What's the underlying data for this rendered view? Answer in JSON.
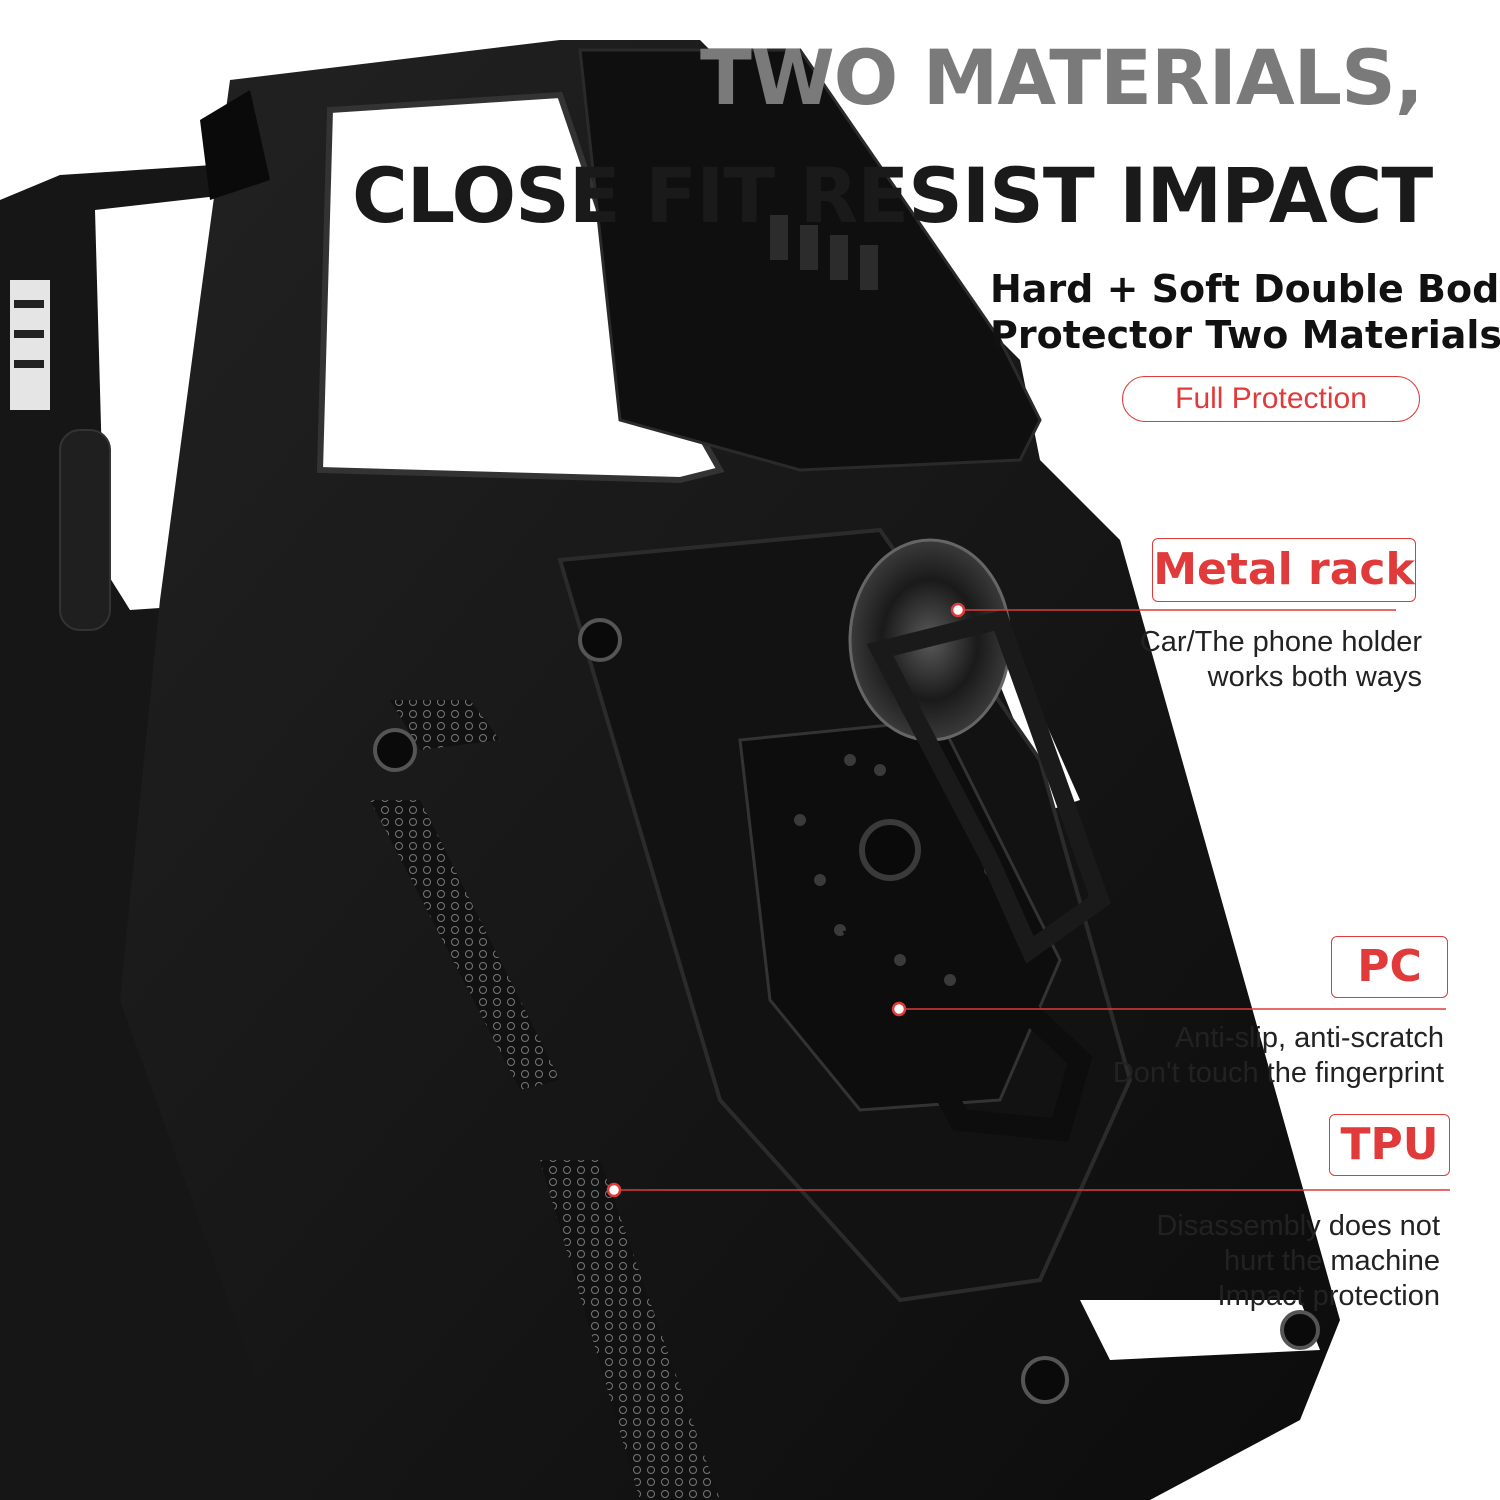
{
  "headline": {
    "line1": "TWO MATERIALS,",
    "line2": "CLOSE FIT RESIST IMPACT"
  },
  "subheadline": {
    "line1": "Hard + Soft Double Body",
    "line2": "Protector Two Materials"
  },
  "badge": "Full Protection",
  "callouts": {
    "metal_rack": {
      "label": "Metal rack",
      "lines": [
        "Car/The phone holder",
        "works both ways"
      ]
    },
    "pc": {
      "label": "PC",
      "lines": [
        "Anti-slip, anti-scratch",
        "Don't touch the fingerprint"
      ]
    },
    "tpu": {
      "label": "TPU",
      "lines": [
        "Disassembly does not",
        "hurt the machine",
        "Impact protection"
      ]
    }
  },
  "colors": {
    "accent": "#e03a3a",
    "case": "#141414",
    "background": "#ffffff"
  }
}
